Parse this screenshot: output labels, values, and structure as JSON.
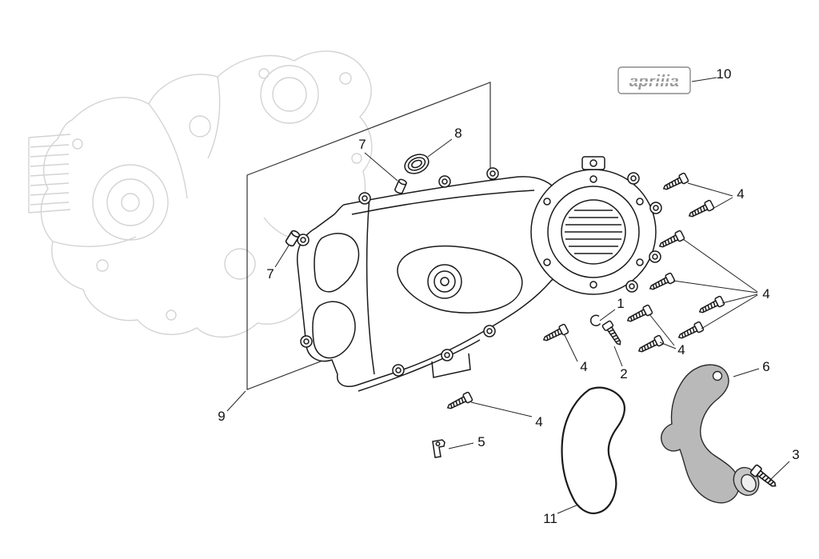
{
  "diagram": {
    "brand": "aprilia",
    "callouts": {
      "c1": "1",
      "c2": "2",
      "c3": "3",
      "c4": "4",
      "c5": "5",
      "c6": "6",
      "c7": "7",
      "c8": "8",
      "c9": "9",
      "c10": "10",
      "c11": "11"
    }
  }
}
